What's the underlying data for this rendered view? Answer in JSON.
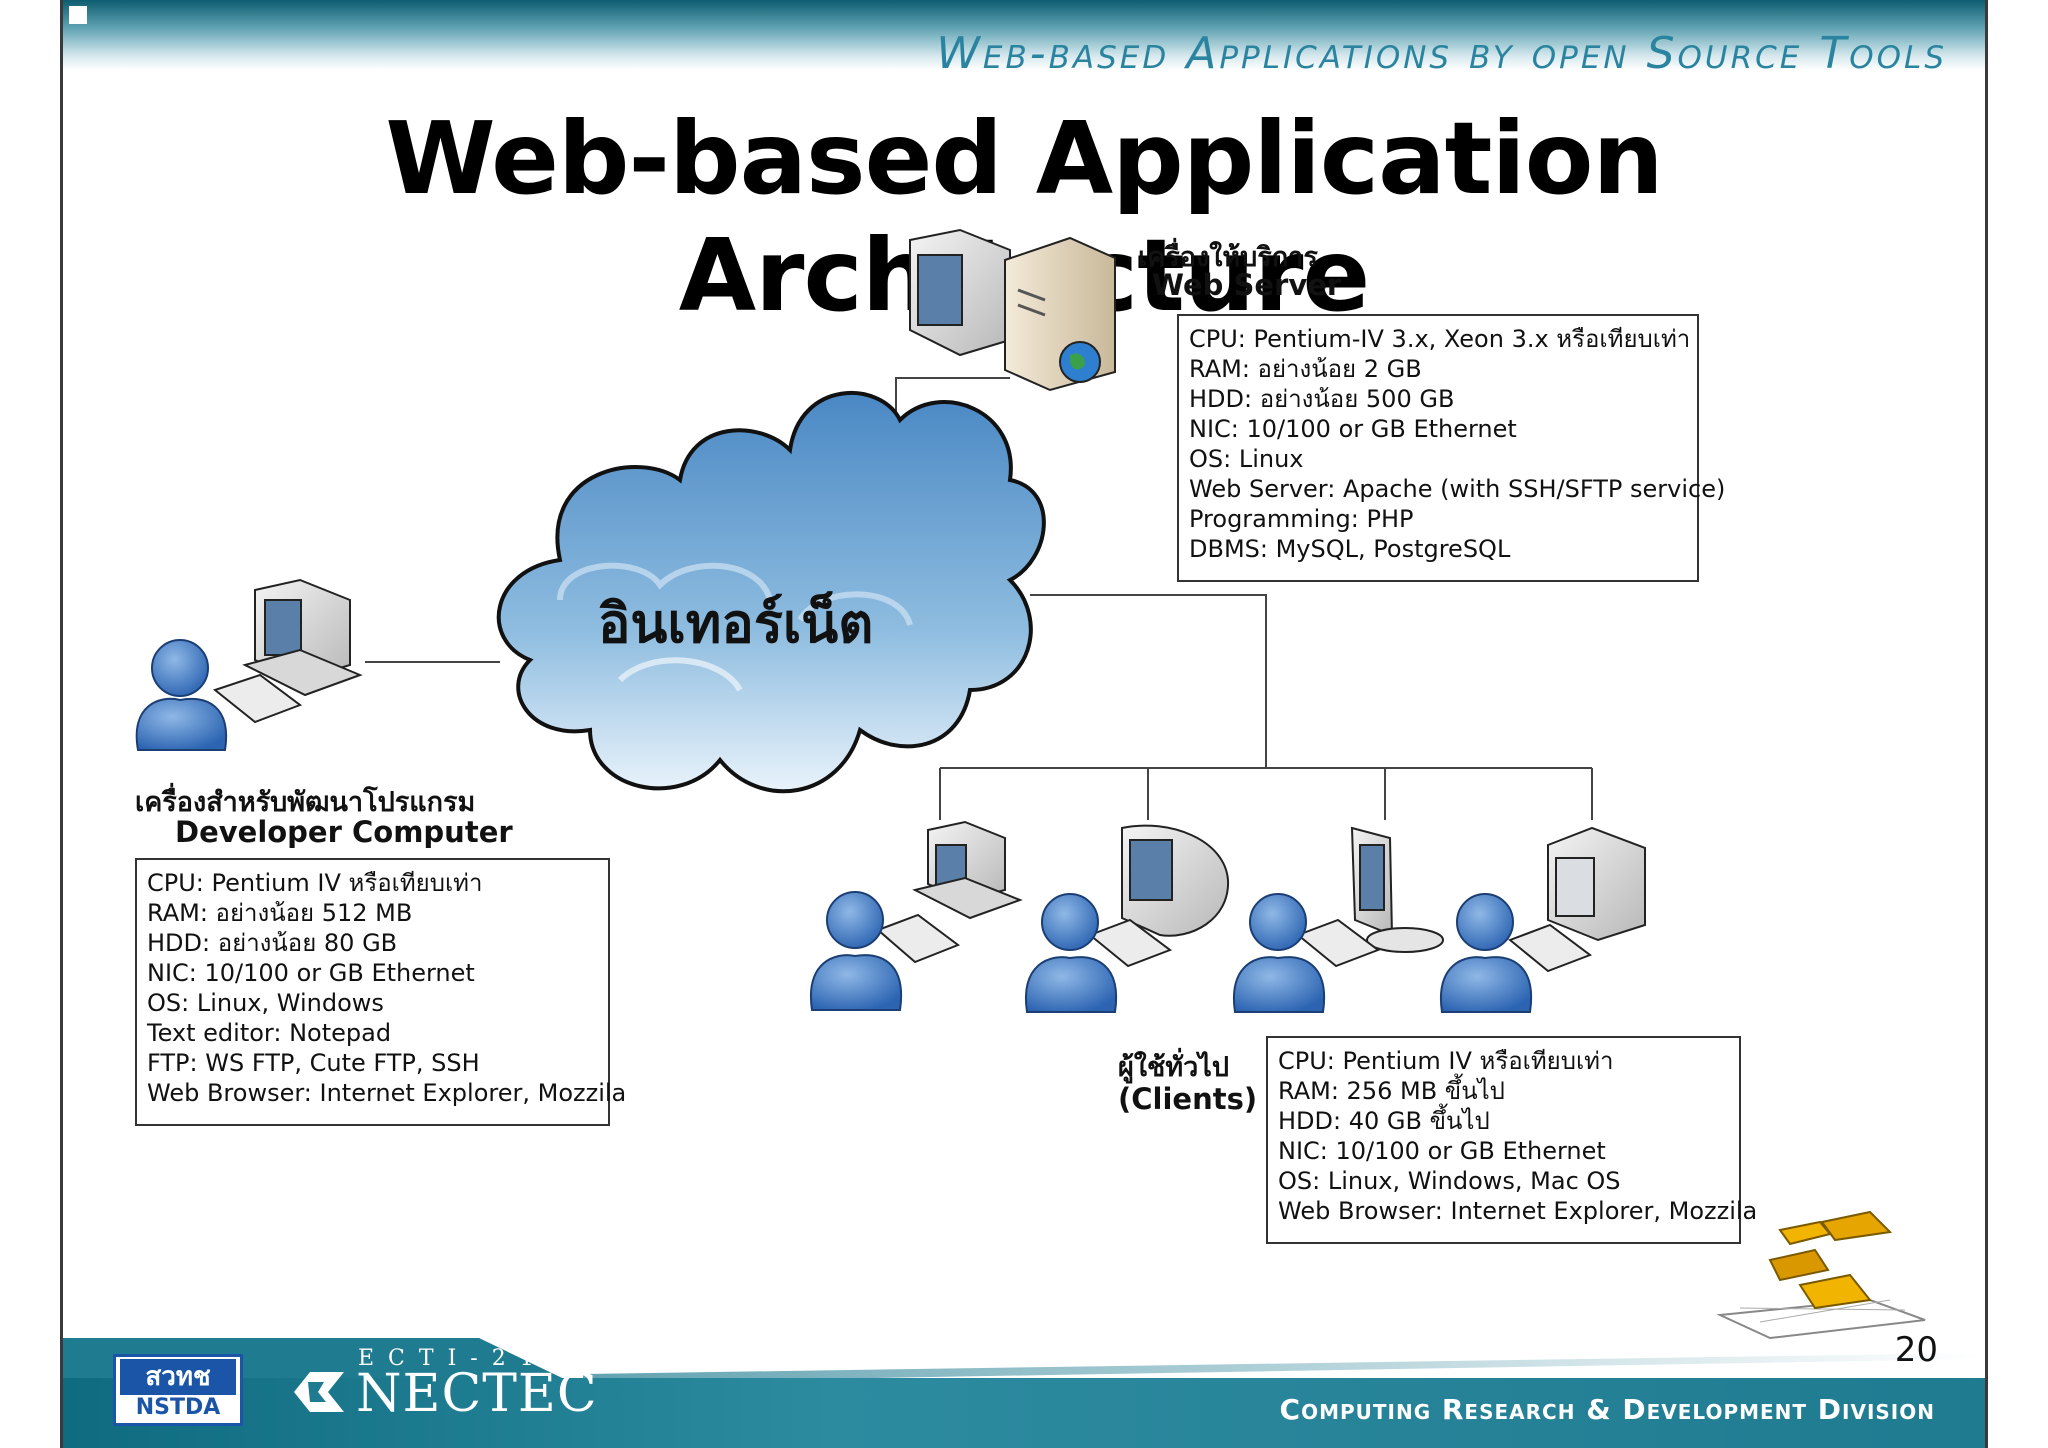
{
  "header": {
    "text": "Web-based Applications by open Source Tools"
  },
  "title": "Web-based Application Architecture",
  "cloud": {
    "label": "อินเทอร์เน็ต"
  },
  "web_server": {
    "label_th": "เครื่องให้บริการ",
    "label_en": "Web Server",
    "specs": [
      "CPU: Pentium-IV 3.x, Xeon 3.x หรือเทียบเท่า",
      "RAM: อย่างน้อย 2 GB",
      "HDD: อย่างน้อย 500 GB",
      "NIC: 10/100 or GB Ethernet",
      "OS: Linux",
      "Web Server: Apache (with SSH/SFTP service)",
      "Programming: PHP",
      "DBMS: MySQL, PostgreSQL"
    ]
  },
  "developer": {
    "label_th": "เครื่องสำหรับพัฒนาโปรแกรม",
    "label_en": "Developer Computer",
    "specs": [
      "CPU: Pentium IV หรือเทียบเท่า",
      "RAM: อย่างน้อย 512 MB",
      "HDD: อย่างน้อย 80 GB",
      "NIC: 10/100 or GB Ethernet",
      "OS: Linux, Windows",
      "Text editor: Notepad",
      "FTP: WS FTP, Cute FTP, SSH",
      "Web Browser: Internet Explorer, Mozzila"
    ]
  },
  "clients": {
    "label_th": "ผู้ใช้ทั่วไป",
    "label_en": "(Clients)",
    "specs": [
      "CPU: Pentium IV หรือเทียบเท่า",
      "RAM: 256 MB ขึ้นไป",
      "HDD: 40 GB ขึ้นไป",
      "NIC: 10/100 or GB Ethernet",
      "OS: Linux, Windows, Mac OS",
      "Web Browser: Internet Explorer, Mozzila"
    ]
  },
  "footer": {
    "division": "Computing Research & Development Division",
    "nstda_top": "สวทช",
    "nstda_bottom": "NSTDA",
    "nectec_sub": "ECTI-21",
    "nectec_main": "NECTEC",
    "page_number": "20"
  }
}
